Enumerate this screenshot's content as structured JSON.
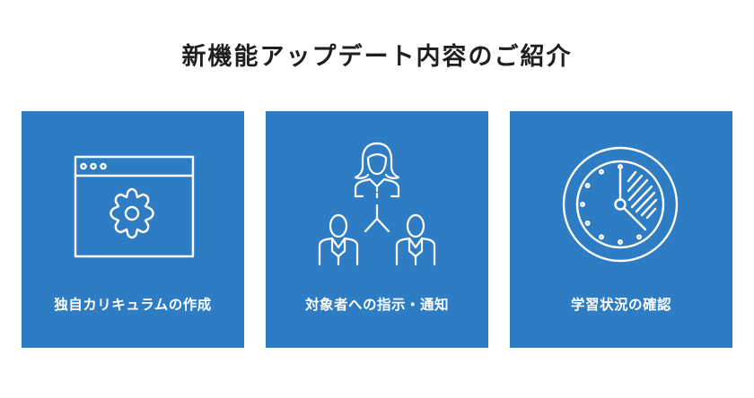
{
  "page": {
    "title": "新機能アップデート内容のご紹介"
  },
  "theme": {
    "card_color": "#2e7dc4",
    "icon_color": "#ffffff",
    "title_color": "#1f1f1f"
  },
  "features": [
    {
      "label": "独自カリキュラムの作成",
      "icon": "browser-gear-icon"
    },
    {
      "label": "対象者への指示・通知",
      "icon": "people-hierarchy-icon"
    },
    {
      "label": "学習状況の確認",
      "icon": "clock-icon"
    }
  ]
}
